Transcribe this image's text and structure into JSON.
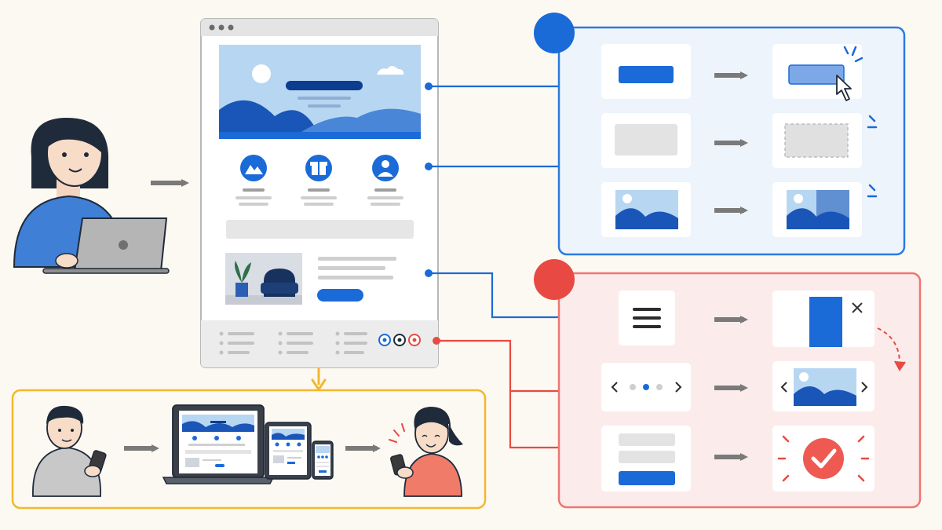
{
  "colors": {
    "background": "#fcf9f2",
    "primary_blue": "#1a6ad8",
    "dark_blue": "#0d3d8f",
    "light_blue": "#b7d6f2",
    "accent_red": "#e84a43",
    "accent_yellow": "#f3b82c",
    "panel_blue_bg": "#eef4fb",
    "panel_red_bg": "#fbeceb",
    "arrow_gray": "#7a7a7a",
    "skeleton_gray": "#e3e3e3"
  },
  "interactions_panel": {
    "accent": "primary_blue",
    "rows": [
      {
        "name": "button-hover",
        "before": "button",
        "after": "hovered-button-with-pointer"
      },
      {
        "name": "card-hover",
        "before": "gray-card",
        "after": "card-with-dashed-outline"
      },
      {
        "name": "image-hover",
        "before": "image-thumbnail",
        "after": "image-with-overlay"
      }
    ]
  },
  "components_panel": {
    "accent": "accent_red",
    "rows": [
      {
        "name": "menu",
        "before": "hamburger-icon",
        "after": "side-drawer-with-close-icon"
      },
      {
        "name": "carousel",
        "before": "carousel-dots",
        "after": "carousel-image"
      },
      {
        "name": "form",
        "before": "form-fields",
        "after": "success-check"
      }
    ]
  },
  "icons": {
    "feature_1": "mountain-icon",
    "feature_2": "gift-icon",
    "feature_3": "user-icon",
    "cursor": "hand-pointer-icon",
    "close": "close-icon",
    "success": "check-circle-icon"
  },
  "flow": {
    "carousel_dots_active_index": 1,
    "carousel_dots_count": 3
  }
}
